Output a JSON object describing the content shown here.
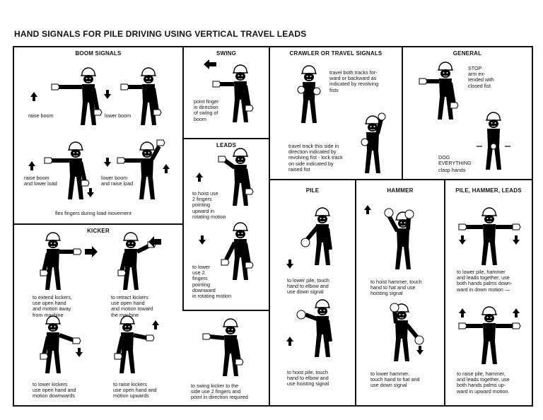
{
  "title": "HAND SIGNALS FOR PILE DRIVING USING VERTICAL TRAVEL LEADS",
  "panels": {
    "boom": {
      "title": "BOOM SIGNALS",
      "captions": [
        "raise boom",
        "lower boom",
        "raise boom\nand lower load",
        "lower boom\nand raise load",
        "flex fingers during load movement"
      ]
    },
    "swing": {
      "title": "SWING",
      "captions": [
        "point finger\nin direction\nof swing of\nboom"
      ]
    },
    "crawler": {
      "title": "CRAWLER OR TRAVEL SIGNALS",
      "captions": [
        "travel both tracks for-\nward or backward as\nindicated by revolving\nfists",
        "travel track this side in\ndirection indicated by\nrevolving fist - lock track\non side indicated by\nraised fist"
      ]
    },
    "general": {
      "title": "GENERAL",
      "captions": [
        "STOP\narm ex-\ntended with\nclosed fist",
        "DOG\nEVERYTHING",
        "clasp hands"
      ]
    },
    "leads": {
      "title": "LEADS",
      "captions": [
        "to hoist use\n2 fingers\npointing\nupward in\nrotating motion",
        "to lower\nuse 2\nfingers\npointing\ndownward\nin rotating motion"
      ]
    },
    "kicker": {
      "title": "KICKER",
      "captions": [
        "to extend kickers,\nuse open hand\nand motion away\nfrom machine",
        "to retract kickers\nuse open hand\nand motion toward\nthe machine",
        "to lower kickers\nuse open hand and\nmotion downwards",
        "to raise kickers\nuse open hand and\nmotion upwards",
        "to swing kicker to the\nside use 2 fingers and\npoint in direction required"
      ]
    },
    "pile": {
      "title": "PILE",
      "captions": [
        "to lower pile, touch\nhand to elbow and\nuse down signal",
        "to hoist pile, touch\nhand to elbow and\nuse hoisting signal"
      ]
    },
    "hammer": {
      "title": "HAMMER",
      "captions": [
        "to hoist hammer, touch\nhand to hat and use\nhoisting signal",
        "to lower hammer,\ntouch hand to hat and\nuse down signal"
      ]
    },
    "phl": {
      "title": "PILE, HAMMER, LEADS",
      "captions": [
        "to lower pile, hammer\nand leads together, use\nboth hands palms down-\nward in down motion —",
        "to raise pile, hammer,\nand leads together, use\nboth hands palms up-\nward in upward motion."
      ]
    }
  }
}
